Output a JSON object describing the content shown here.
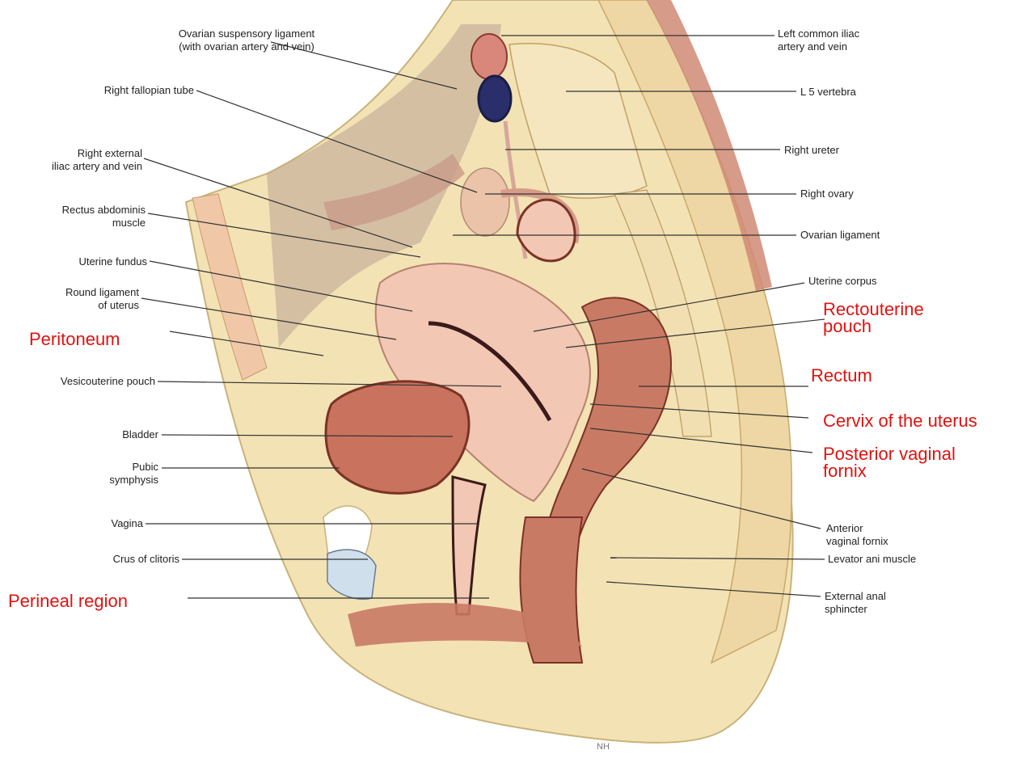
{
  "colors": {
    "label_black": "#222222",
    "label_red": "#e0120f",
    "skin": "#f3e2b4",
    "tissue_pink": "#f0c3b0",
    "muscle": "#c9735f",
    "dark_lumen": "#3a1a1a",
    "vein_blue": "#2a2f6b"
  },
  "labels": {
    "left": {
      "ovarian_suspensory": [
        "Ovarian suspensory ligament",
        "(with ovarian artery and vein)"
      ],
      "right_fallopian_tube": "Right fallopian tube",
      "right_external_iliac": [
        "Right external",
        "iliac artery and vein"
      ],
      "rectus_abdominis": [
        "Rectus abdominis",
        "muscle"
      ],
      "uterine_fundus": "Uterine fundus",
      "round_ligament": [
        "Round ligament",
        "of uterus"
      ],
      "peritoneum": "Peritoneum",
      "vesicouterine_pouch": "Vesicouterine pouch",
      "bladder": "Bladder",
      "pubic_symphysis": [
        "Pubic",
        "symphysis"
      ],
      "vagina": "Vagina",
      "crus_of_clitoris": "Crus of clitoris",
      "perineal_region": "Perineal region"
    },
    "right": {
      "left_common_iliac": [
        "Left common iliac",
        "artery and vein"
      ],
      "l5_vertebra": "L 5 vertebra",
      "right_ureter": "Right ureter",
      "right_ovary": "Right ovary",
      "ovarian_ligament": "Ovarian ligament",
      "uterine_corpus": "Uterine corpus",
      "rectouterine_pouch": [
        "Rectouterine",
        "pouch"
      ],
      "rectum": "Rectum",
      "cervix": "Cervix of the uterus",
      "posterior_fornix": [
        "Posterior vaginal",
        "fornix"
      ],
      "anterior_fornix": [
        "Anterior",
        "vaginal fornix"
      ],
      "levator_ani": "Levator ani muscle",
      "external_anal_sphincter": [
        "External anal",
        "sphincter"
      ]
    }
  },
  "signature": "NH"
}
